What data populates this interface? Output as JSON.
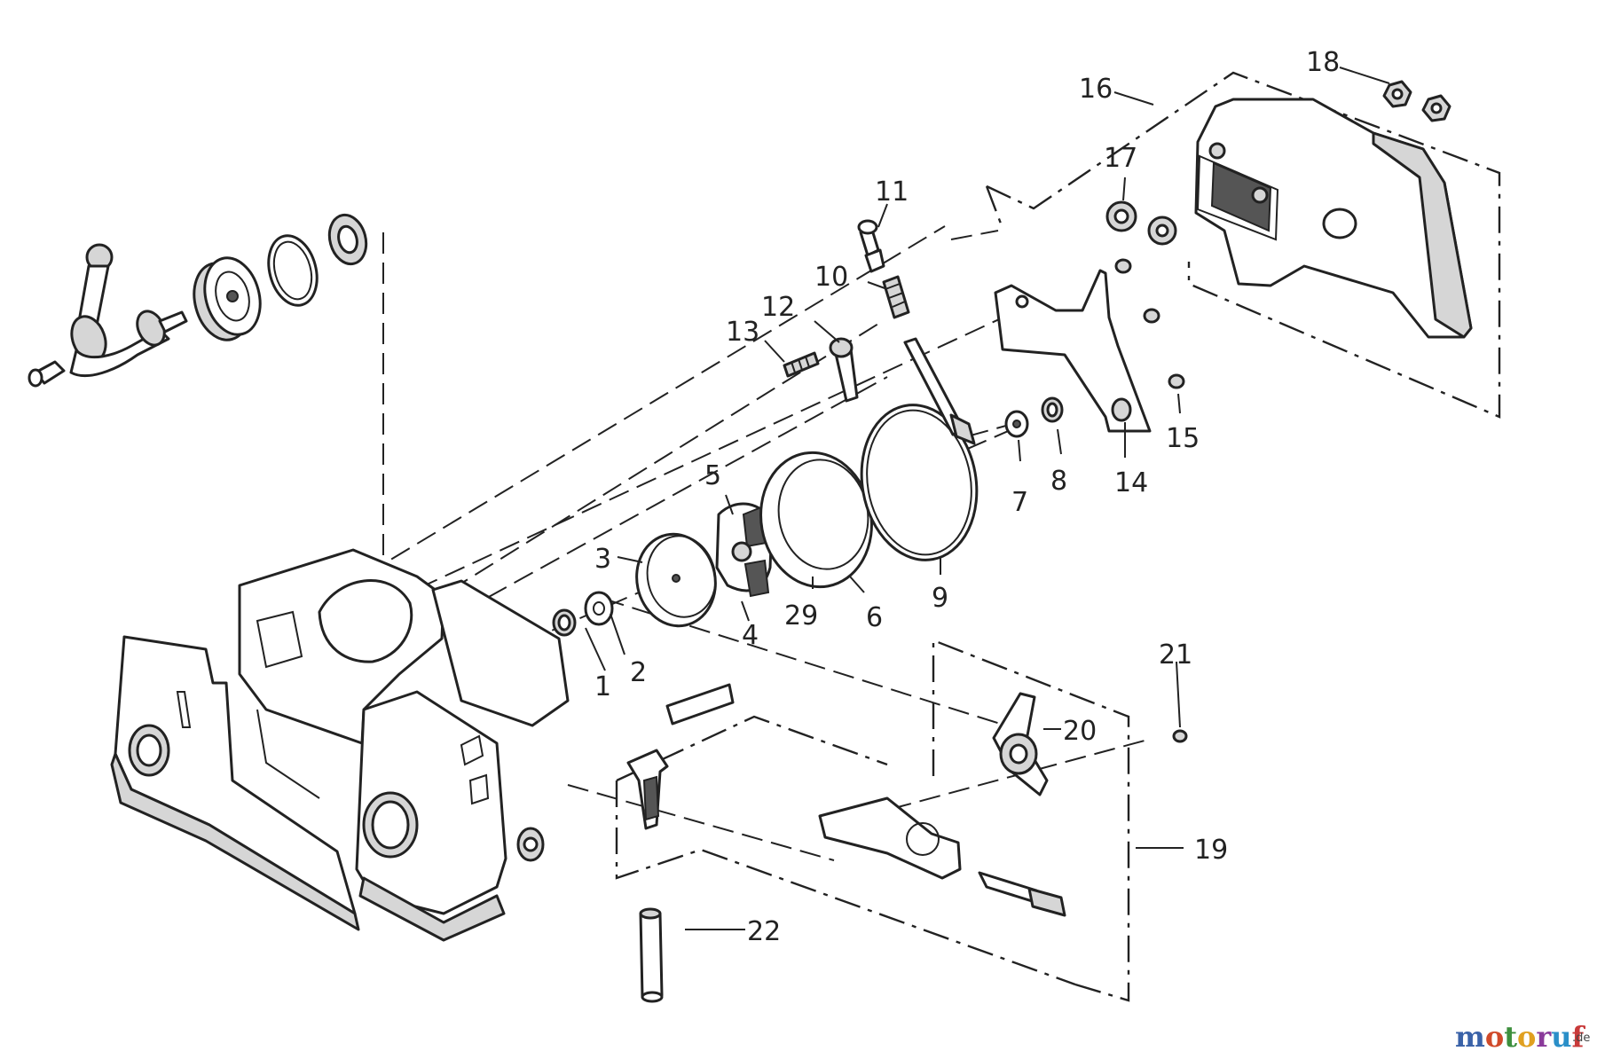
{
  "callouts": {
    "c1": "1",
    "c2": "2",
    "c3": "3",
    "c4": "4",
    "c5": "5",
    "c6": "6",
    "c7": "7",
    "c8": "8",
    "c9": "9",
    "c10": "10",
    "c11": "11",
    "c12": "12",
    "c13": "13",
    "c14": "14",
    "c15": "15",
    "c16": "16",
    "c17": "17",
    "c18": "18",
    "c19": "19",
    "c20": "20",
    "c21": "21",
    "c22": "22",
    "c29": "29"
  },
  "watermark": {
    "brand": "motoruf",
    "suffix": ".de",
    "colors": {
      "m": "#3a62a8",
      "o1": "#d04a2a",
      "t": "#3d8f3d",
      "o2": "#e0a020",
      "r": "#8a3a9a",
      "u": "#2a8fc8",
      "f": "#c83a3a"
    }
  }
}
